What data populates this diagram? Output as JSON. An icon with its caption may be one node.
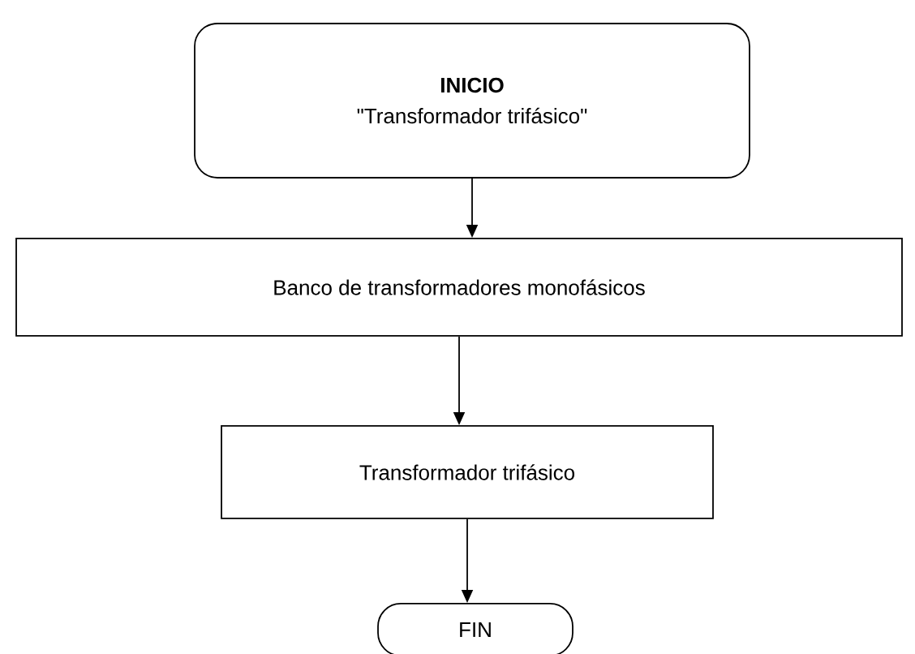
{
  "diagram": {
    "nodes": [
      {
        "text": [
          "INICIO",
          "\"Transformador trifásico\""
        ]
      },
      {
        "text": [
          "Banco de transformadores monofásicos"
        ]
      },
      {
        "text": [
          "Transformador trifásico"
        ]
      },
      {
        "text": [
          "FIN"
        ]
      }
    ],
    "edges": [
      {
        "from": 0,
        "to": 1,
        "arrow": "to"
      },
      {
        "from": 1,
        "to": 2,
        "arrow": "to"
      },
      {
        "from": 2,
        "to": 3,
        "arrow": "to"
      }
    ]
  }
}
